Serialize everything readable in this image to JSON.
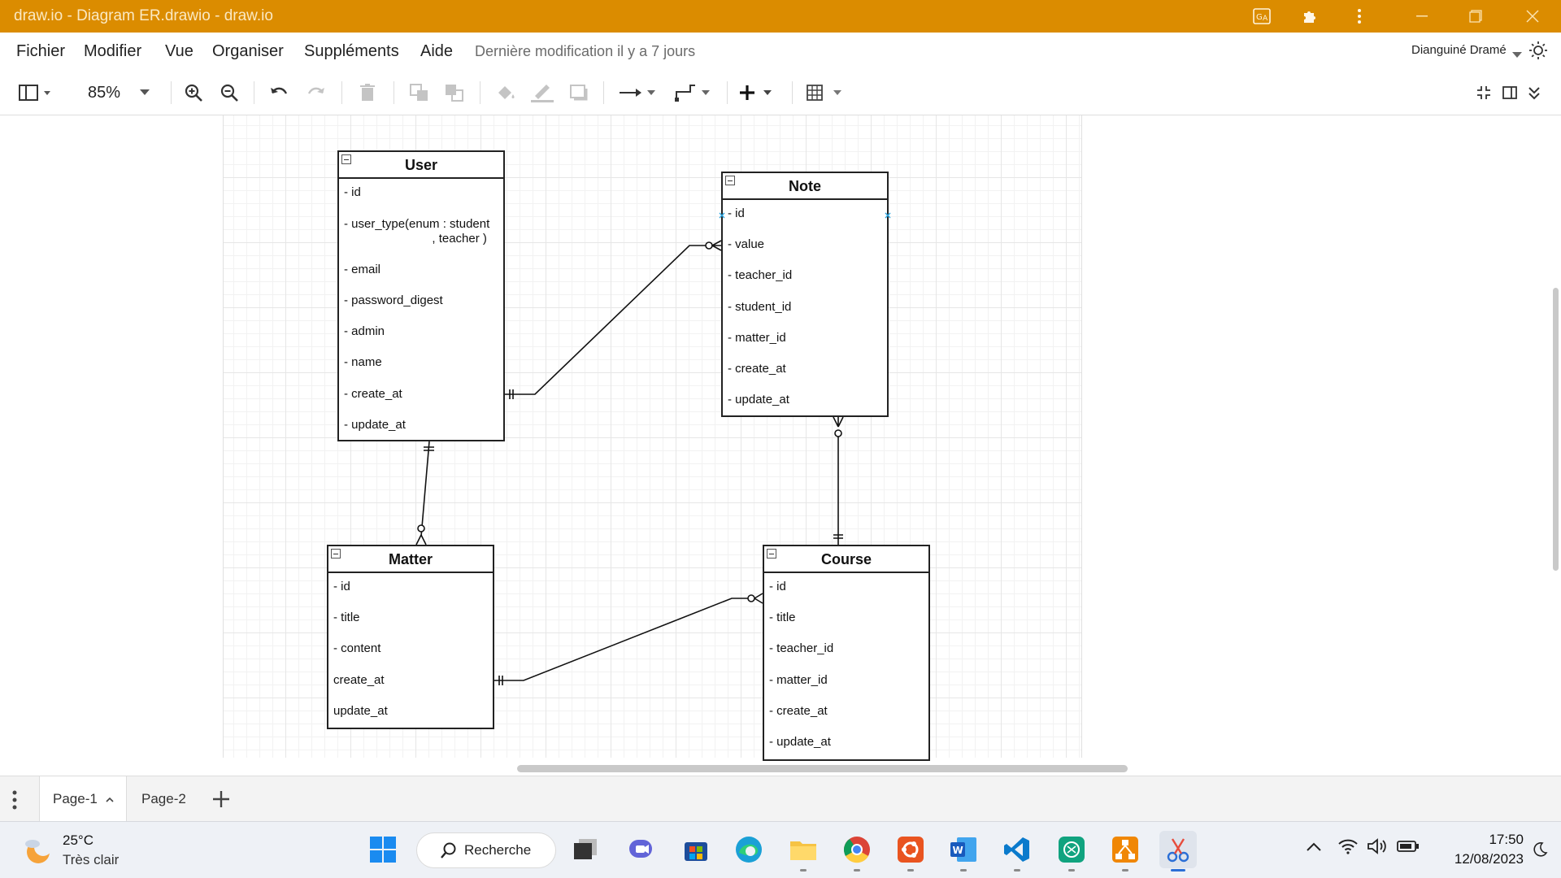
{
  "window": {
    "title": "draw.io - Diagram ER.drawio - draw.io"
  },
  "menu": {
    "items": [
      "Fichier",
      "Modifier",
      "Vue",
      "Organiser",
      "Suppléments",
      "Aide"
    ],
    "last_modified": "Dernière modification il y a 7 jours",
    "user_name": "Dianguiné Dramé"
  },
  "toolbar": {
    "zoom": "85%"
  },
  "diagram": {
    "entities": [
      {
        "key": "user",
        "name": "User",
        "attributes": [
          "- id",
          "- user_type(enum : student\n                          , teacher )",
          "- email",
          "- password_digest",
          "- admin",
          "- name",
          "- create_at",
          "- update_at"
        ]
      },
      {
        "key": "note",
        "name": "Note",
        "attributes": [
          "- id",
          "- value",
          "- teacher_id",
          "- student_id",
          "- matter_id",
          "- create_at",
          "- update_at"
        ]
      },
      {
        "key": "matter",
        "name": "Matter",
        "attributes": [
          "- id",
          "- title",
          "- content",
          "create_at",
          "update_at"
        ]
      },
      {
        "key": "course",
        "name": "Course",
        "attributes": [
          "- id",
          "- title",
          "- teacher_id",
          "- matter_id",
          "- create_at",
          "- update_at"
        ]
      }
    ],
    "relationships": [
      {
        "from": "User",
        "to": "Note",
        "from_cardinality": "exactly-one",
        "to_cardinality": "zero-or-many"
      },
      {
        "from": "User",
        "to": "Matter",
        "from_cardinality": "exactly-one",
        "to_cardinality": "zero-or-many"
      },
      {
        "from": "Course",
        "to": "Note",
        "from_cardinality": "exactly-one",
        "to_cardinality": "zero-or-many"
      },
      {
        "from": "Matter",
        "to": "Course",
        "from_cardinality": "exactly-one",
        "to_cardinality": "zero-or-many"
      }
    ],
    "line_color": "#111111"
  },
  "pages": {
    "tabs": [
      "Page-1",
      "Page-2"
    ],
    "active": "Page-1"
  },
  "taskbar": {
    "weather_temp": "25°C",
    "weather_desc": "Très clair",
    "search_label": "Recherche",
    "time": "17:50",
    "date": "12/08/2023"
  },
  "colors": {
    "titlebar": "#db8c00",
    "grid": "#e6e6e6"
  }
}
